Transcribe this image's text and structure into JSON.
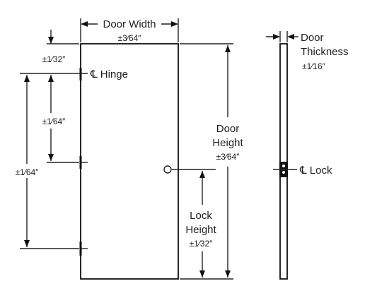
{
  "labels": {
    "door_width": "Door Width",
    "door_width_tol": "±3⁄64″",
    "hinge_top_tol": "±1⁄32″",
    "hinge_label": "℄ Hinge",
    "hinge_spacing_tol": "±1⁄64″",
    "hinge_total_tol": "±1⁄64″",
    "door_height_line1": "Door",
    "door_height_line2": "Height",
    "door_height_tol": "±3⁄64″",
    "lock_height_line1": "Lock",
    "lock_height_line2": "Height",
    "lock_height_tol": "±1⁄32″",
    "door_thickness_line1": "Door",
    "door_thickness_line2": "Thickness",
    "door_thickness_tol": "±1⁄16″",
    "lock_label": "℄ Lock"
  }
}
